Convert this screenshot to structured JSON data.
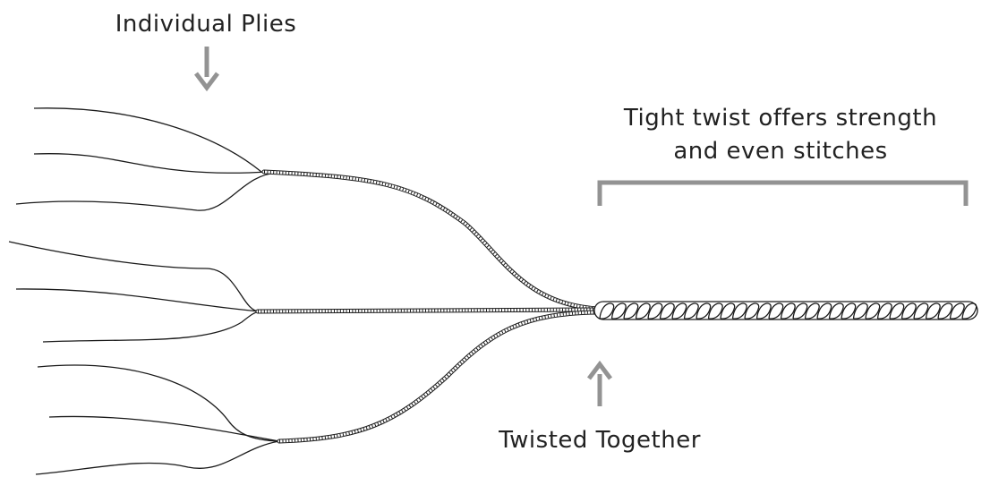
{
  "labels": {
    "plies": "Individual Plies",
    "twist_line1": "Tight twist offers strength",
    "twist_line2": "and even stitches",
    "together": "Twisted Together"
  },
  "colors": {
    "line": "#1a1a1a",
    "marker": "#939393",
    "background": "#ffffff"
  }
}
